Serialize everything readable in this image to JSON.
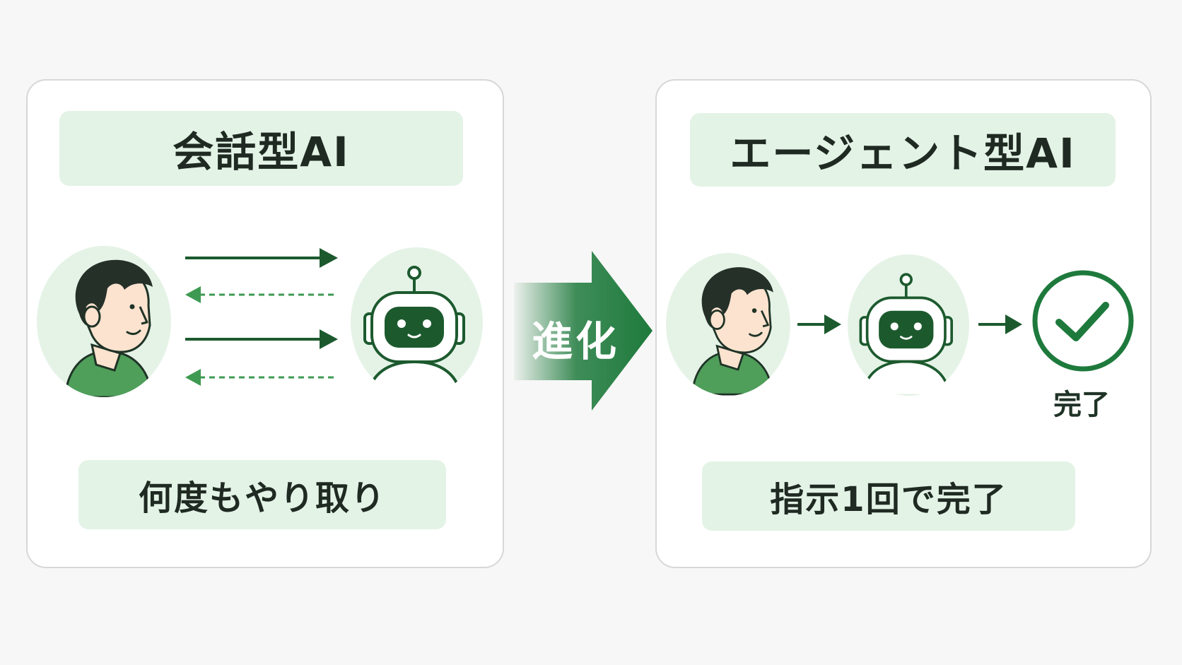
{
  "left_panel": {
    "title": "会話型AI",
    "caption": "何度もやり取り"
  },
  "evolution_arrow": {
    "label": "進化"
  },
  "right_panel": {
    "title": "エージェント型AI",
    "done_label": "完了",
    "caption": "指示1回で完了"
  },
  "colors": {
    "accent": "#1e7a3c",
    "dark_green": "#1c5a2e",
    "label_bg": "#e3f3e6",
    "circle_bg": "#e5f3e7",
    "shirt": "#4f9e5a",
    "skin": "#fbe3cf",
    "hair": "#253029"
  },
  "icons": [
    "person-icon",
    "robot-icon",
    "check-circle-icon",
    "arrow-right-icon",
    "dashed-arrow-left-icon"
  ]
}
